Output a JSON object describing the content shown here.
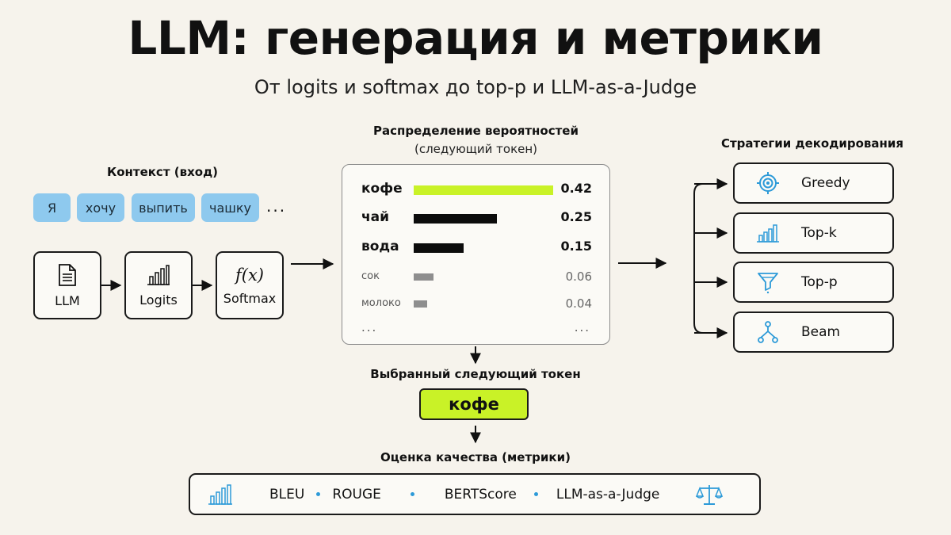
{
  "title": "LLM: генерация и метрики",
  "subtitle": "От logits и softmax до top-p и LLM-as-a-Judge",
  "context": {
    "label": "Контекст (вход)",
    "tokens": [
      "Я",
      "хочу",
      "выпить",
      "чашку"
    ],
    "more": "..."
  },
  "pipeline": [
    {
      "label": "LLM",
      "icon": "document-icon"
    },
    {
      "label": "Logits",
      "icon": "bar-chart-icon"
    },
    {
      "label": "Softmax",
      "icon": "function-icon",
      "symbol": "f(x)"
    }
  ],
  "distribution": {
    "title": "Распределение вероятностей",
    "subtitle": "(следующий токен)",
    "rows": [
      {
        "token": "кофе",
        "prob": 0.42,
        "value": "0.42",
        "color": "#c9f227"
      },
      {
        "token": "чай",
        "prob": 0.25,
        "value": "0.25",
        "color": "#0c0c0c"
      },
      {
        "token": "вода",
        "prob": 0.15,
        "value": "0.15",
        "color": "#0c0c0c"
      },
      {
        "token": "сок",
        "prob": 0.06,
        "value": "0.06",
        "color": "#8e8e8e"
      },
      {
        "token": "молоко",
        "prob": 0.04,
        "value": "0.04",
        "color": "#8e8e8e"
      }
    ],
    "more_left": "...",
    "more_right": "..."
  },
  "selected": {
    "label": "Выбранный следующий токен",
    "token": "кофе"
  },
  "strategies": {
    "label": "Стратегии декодирования",
    "items": [
      {
        "name": "Greedy",
        "icon": "target-icon"
      },
      {
        "name": "Top-k",
        "icon": "bar-chart-icon"
      },
      {
        "name": "Top-p",
        "icon": "funnel-icon"
      },
      {
        "name": "Beam",
        "icon": "tree-icon"
      }
    ]
  },
  "evaluation": {
    "label": "Оценка качества (метрики)",
    "metrics": [
      "BLEU",
      "ROUGE",
      "BERTScore",
      "LLM-as-a-Judge"
    ]
  },
  "colors": {
    "accent_green": "#c9f227",
    "token_blue": "#8ec9ee",
    "icon_blue": "#2c9ad8",
    "background": "#f6f3ec"
  }
}
